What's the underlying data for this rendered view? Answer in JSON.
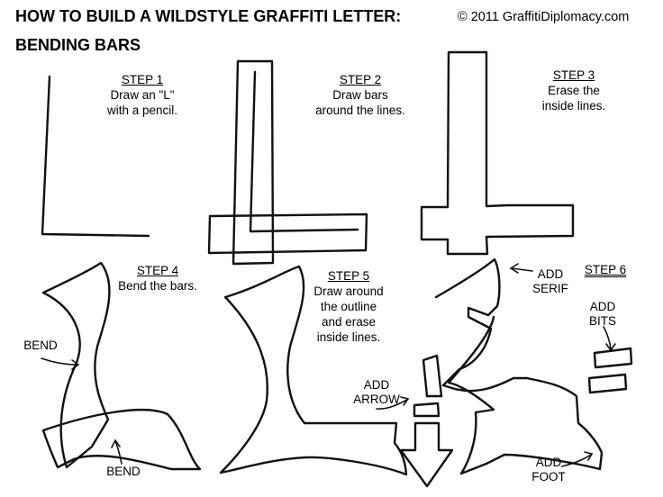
{
  "header": {
    "title": "HOW TO BUILD A WILDSTYLE GRAFFITI LETTER:",
    "credit": "© 2011 GraffitiDiplomacy.com",
    "subtitle": "BENDING BARS"
  },
  "steps": [
    {
      "label": "STEP 1",
      "lines": [
        "Draw an \"L\"",
        "with a pencil."
      ]
    },
    {
      "label": "STEP 2",
      "lines": [
        "Draw bars",
        "around the lines."
      ]
    },
    {
      "label": "STEP 3",
      "lines": [
        "Erase the",
        "inside lines."
      ]
    },
    {
      "label": "STEP 4",
      "lines": [
        "Bend the bars."
      ]
    },
    {
      "label": "STEP 5",
      "lines": [
        "Draw around",
        "the outline",
        "and erase",
        "inside lines."
      ]
    },
    {
      "label": "STEP 6",
      "lines": []
    }
  ],
  "annotations": {
    "bend_top": "BEND",
    "bend_bottom": "BEND",
    "add_serif": [
      "ADD",
      "SERIF"
    ],
    "add_bits": [
      "ADD",
      "BITS"
    ],
    "add_arrow": [
      "ADD",
      "ARROW"
    ],
    "add_foot": [
      "ADD",
      "FOOT"
    ]
  }
}
